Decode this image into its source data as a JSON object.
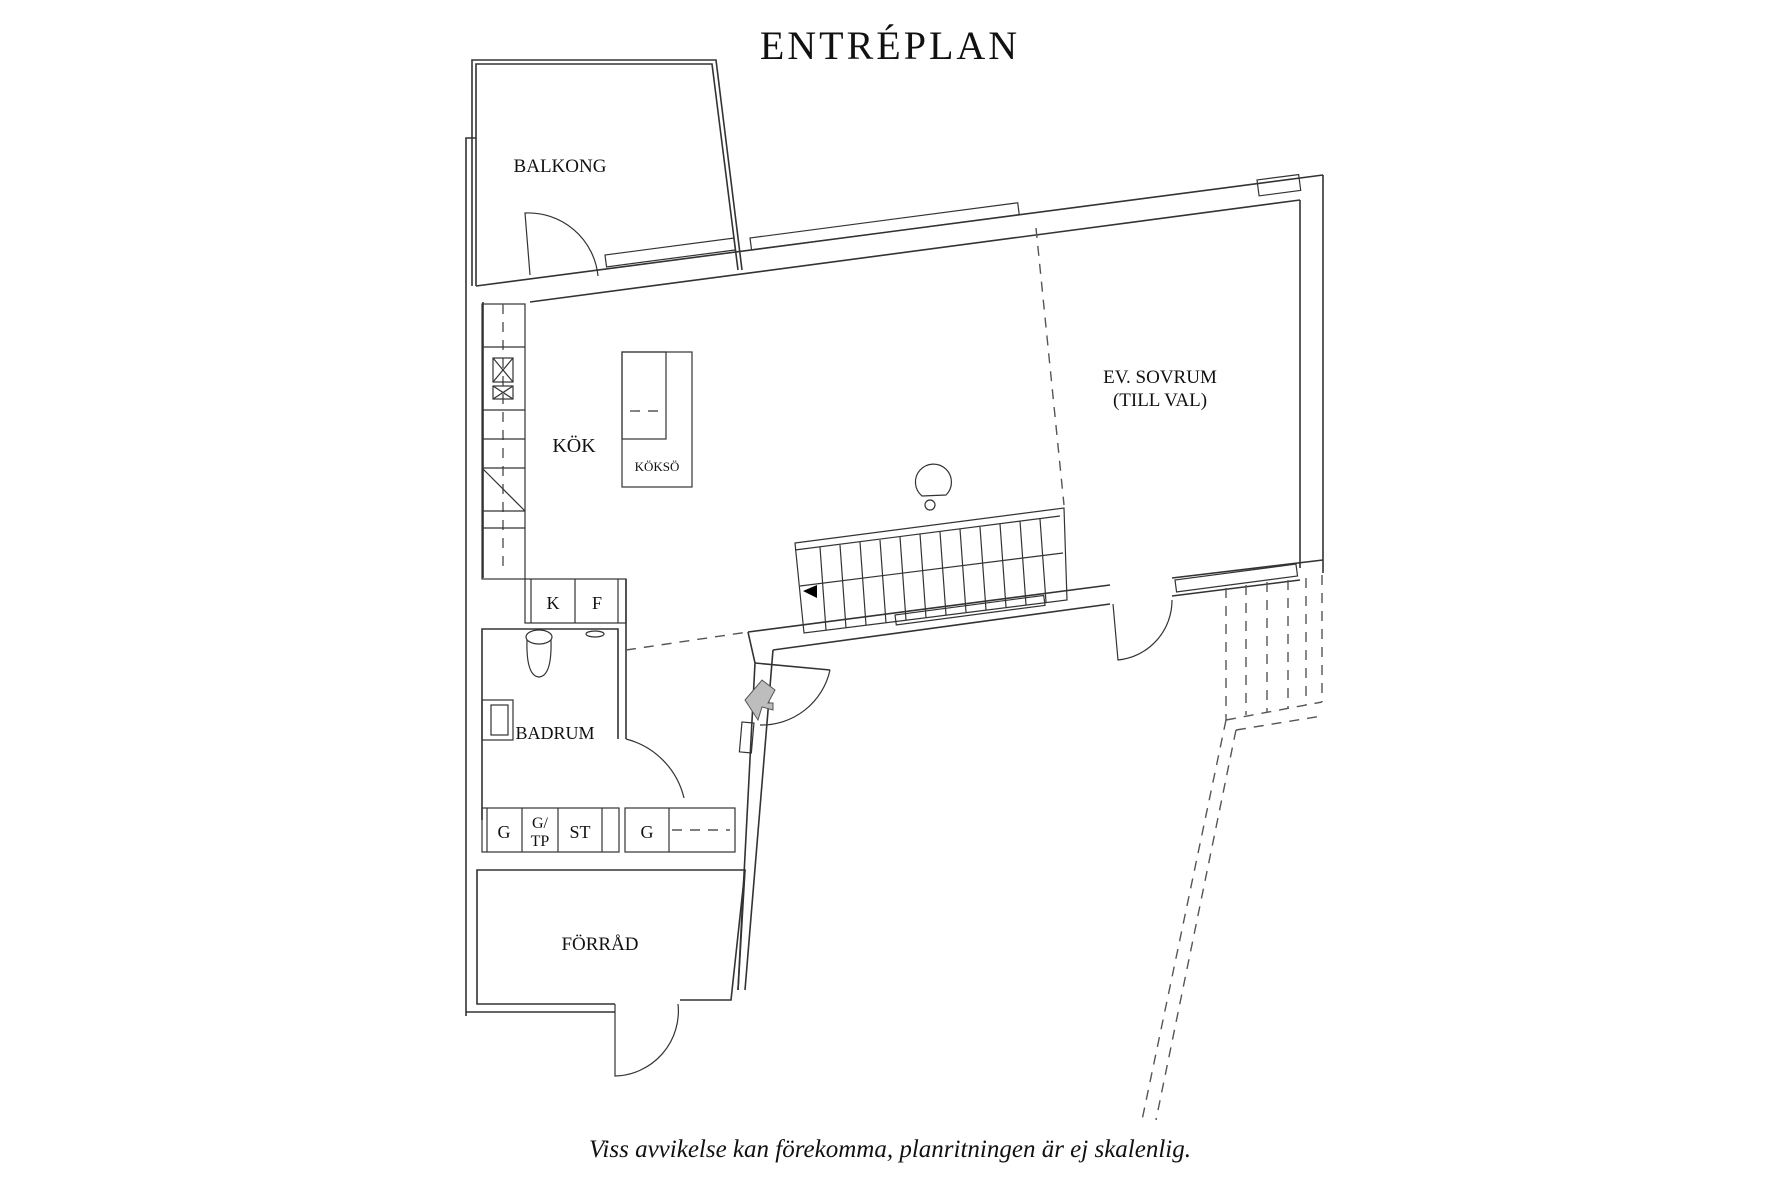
{
  "title": "ENTRÉPLAN",
  "caption": "Viss avvikelse kan förekomma, planritningen är ej skalenlig.",
  "rooms": {
    "balkong": "BALKONG",
    "kok": "KÖK",
    "koksö": "KÖKSÖ",
    "sovrum_line1": "EV. SOVRUM",
    "sovrum_line2": "(TILL VAL)",
    "badrum": "BADRUM",
    "forrad": "FÖRRÅD"
  },
  "fixtures": {
    "k": "K",
    "f": "F",
    "g1": "G",
    "gtp_line1": "G/",
    "gtp_line2": "TP",
    "st": "ST",
    "g2": "G"
  },
  "colors": {
    "line": "#333333",
    "entry_arrow": "#bdbdbd"
  }
}
